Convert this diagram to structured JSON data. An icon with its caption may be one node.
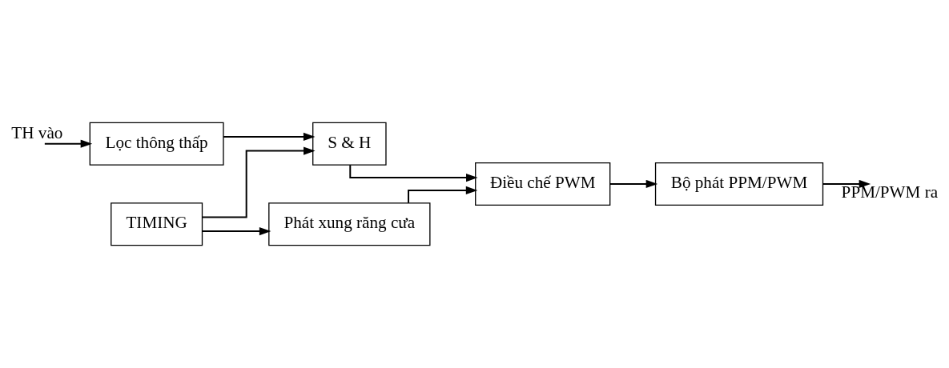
{
  "diagram": {
    "nodes": [
      {
        "text": [
          "Lọc thông thấp"
        ]
      },
      {
        "text": [
          "S & H"
        ]
      },
      {
        "text": [
          "Điều chế PWM"
        ]
      },
      {
        "text": [
          "Phát xung răng cưa"
        ]
      },
      {
        "text": [
          "TIMING"
        ]
      },
      {
        "text": [
          "Bộ phát PPM/PWM"
        ]
      }
    ],
    "edges": [
      {
        "from": null,
        "to": 0,
        "arrow": "to",
        "label": "TH vào"
      },
      {
        "from": 0,
        "to": 1,
        "arrow": "to"
      },
      {
        "from": 1,
        "to": 2,
        "arrow": "to"
      },
      {
        "from": 3,
        "to": 2,
        "arrow": "to"
      },
      {
        "from": 4,
        "to": 3,
        "arrow": "to"
      },
      {
        "from": 4,
        "to": 1,
        "arrow": "to"
      },
      {
        "from": 2,
        "to": 5,
        "arrow": "to"
      },
      {
        "from": 5,
        "to": null,
        "arrow": "to",
        "label": "PPM/PWM ra"
      }
    ]
  }
}
